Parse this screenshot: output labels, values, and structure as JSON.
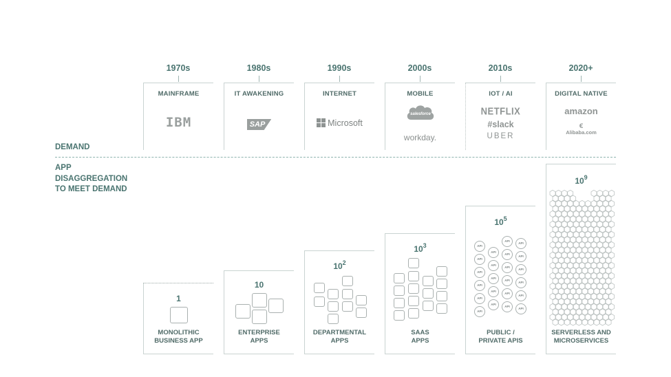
{
  "side_labels": {
    "demand": "DEMAND",
    "app_line1": "APP",
    "app_line2": "DISAGGREGATION",
    "app_line3": "TO MEET DEMAND"
  },
  "eras": [
    {
      "decade": "1970s",
      "label": "MAINFRAME",
      "logos": [
        "IBM"
      ]
    },
    {
      "decade": "1980s",
      "label": "IT AWAKENING",
      "logos": [
        "SAP"
      ]
    },
    {
      "decade": "1990s",
      "label": "INTERNET",
      "logos": [
        "Microsoft"
      ]
    },
    {
      "decade": "2000s",
      "label": "MOBILE",
      "logos": [
        "salesforce",
        "workday."
      ]
    },
    {
      "decade": "2010s",
      "label": "IOT / AI",
      "logos": [
        "NETFLIX",
        "slack",
        "UBER"
      ]
    },
    {
      "decade": "2020+",
      "label": "DIGITAL NATIVE",
      "logos": [
        "amazon",
        "Alibaba.com"
      ]
    }
  ],
  "apps": [
    {
      "count": "1",
      "exp": "",
      "label1": "MONOLITHIC",
      "label2": "BUSINESS APP"
    },
    {
      "count": "10",
      "exp": "",
      "label1": "ENTERPRISE",
      "label2": "APPS"
    },
    {
      "count": "10",
      "exp": "2",
      "label1": "DEPARTMENTAL",
      "label2": "APPS"
    },
    {
      "count": "10",
      "exp": "3",
      "label1": "SAAS",
      "label2": "APPS"
    },
    {
      "count": "10",
      "exp": "5",
      "label1": "PUBLIC /",
      "label2": "PRIVATE APIS"
    },
    {
      "count": "10",
      "exp": "9",
      "label1": "SERVERLESS AND",
      "label2": "MICROSERVICES"
    }
  ],
  "api_label": "API"
}
